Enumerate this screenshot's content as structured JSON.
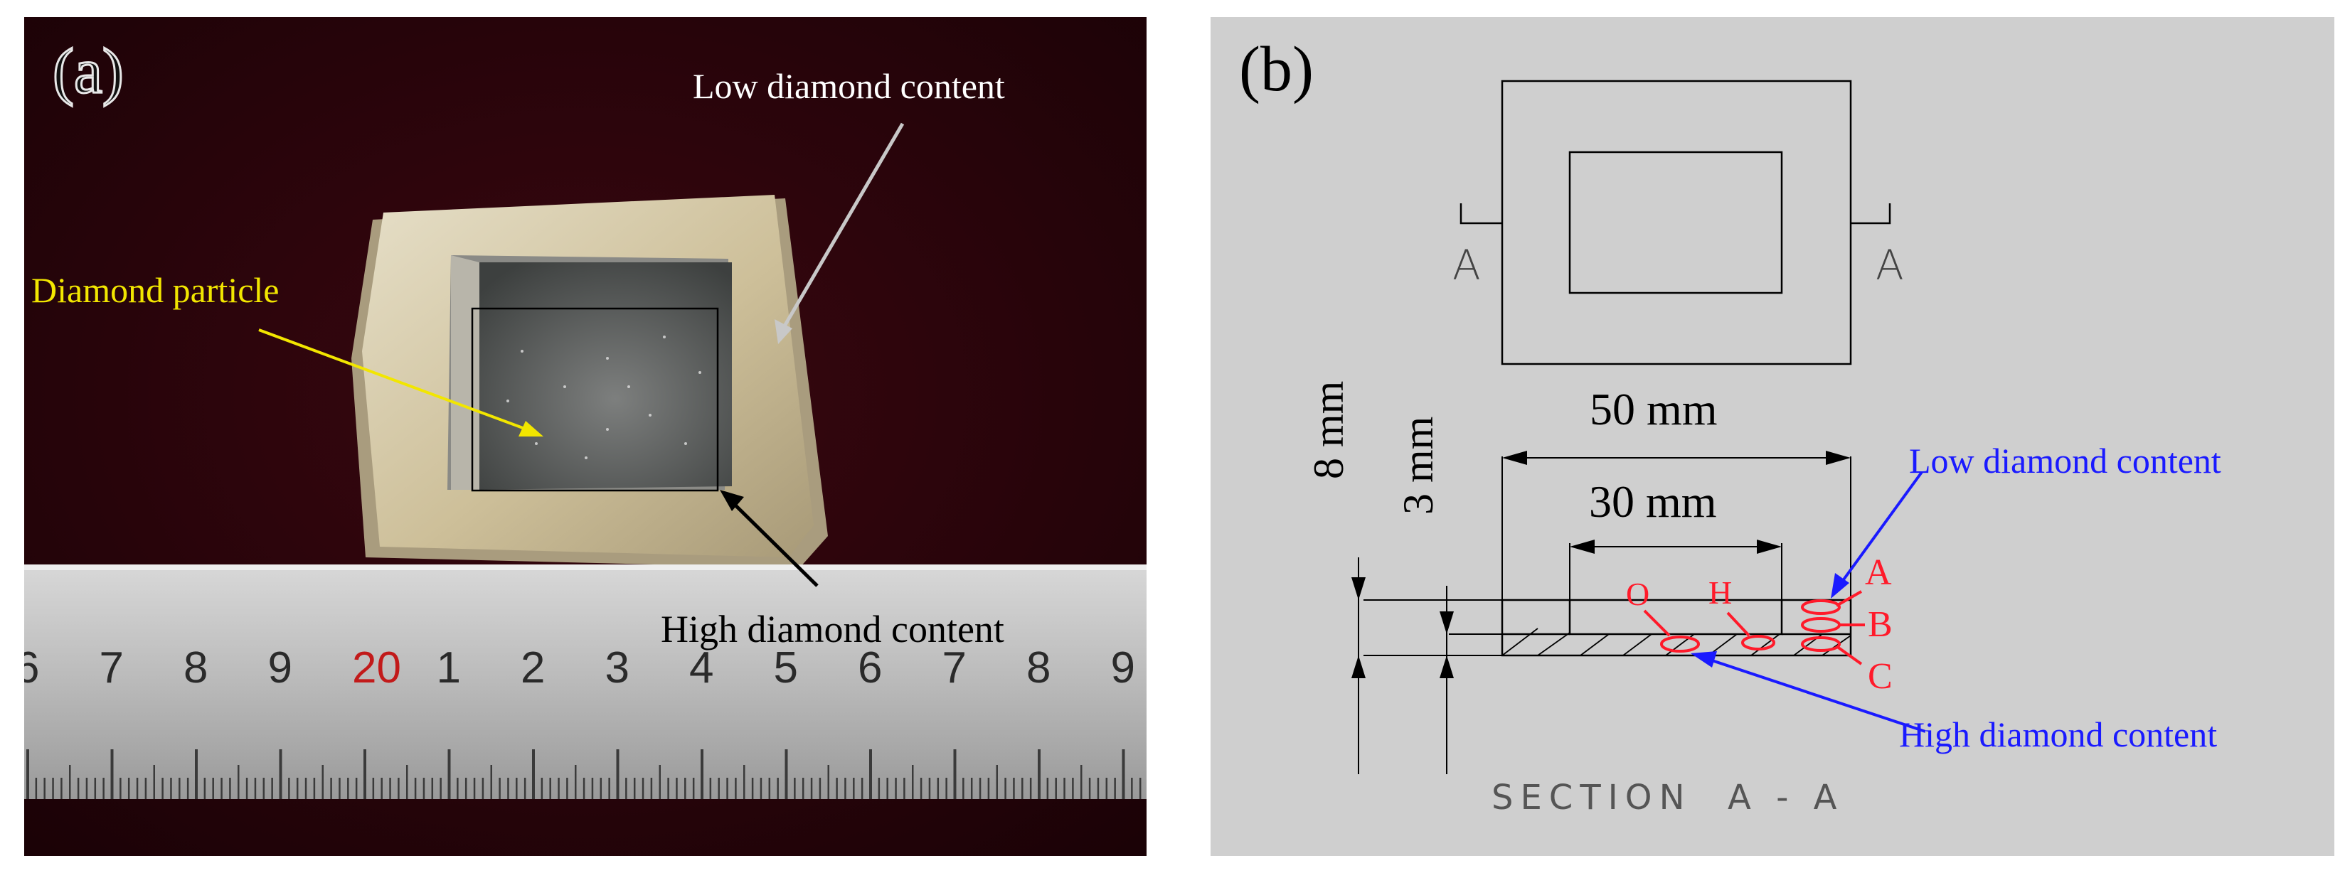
{
  "panel_a": {
    "label": "(a)",
    "low_diamond": "Low diamond content",
    "diamond_particle": "Diamond particle",
    "high_diamond": "High diamond content",
    "ruler_numbers": [
      "6",
      "7",
      "8",
      "9",
      "20",
      "1",
      "2",
      "3",
      "4",
      "5",
      "6",
      "7",
      "8",
      "9"
    ]
  },
  "panel_b": {
    "label": "(b)",
    "section_marker_left": "A",
    "section_marker_right": "A",
    "dim_50": "50 mm",
    "dim_30": "30 mm",
    "dim_8": "8 mm",
    "dim_3": "3 mm",
    "low_diamond": "Low diamond content",
    "high_diamond": "High diamond content",
    "point_o": "O",
    "point_h": "H",
    "point_a": "A",
    "point_b": "B",
    "point_c": "C",
    "section_title": "SECTION  A - A"
  },
  "colors": {
    "yellow_label": "#f2e600",
    "blue_label": "#1a1aff",
    "red_marker": "#ff1a2a"
  }
}
